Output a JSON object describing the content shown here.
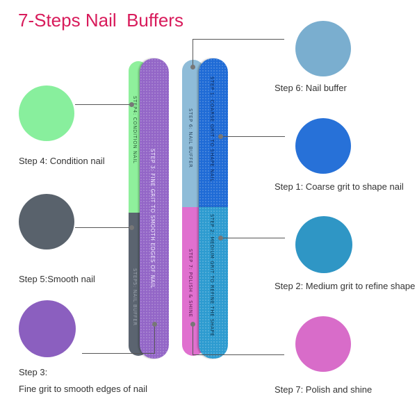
{
  "title": "7-Steps Nail  Buffers",
  "colors": {
    "condition_green": "#88ef9d",
    "smooth_gray": "#59626c",
    "fine_purple": "#8b5fbf",
    "buffer_lightblue": "#7aaecf",
    "coarse_blue": "#2771d8",
    "medium_teal": "#2f96c5",
    "polish_pink": "#d86cc9"
  },
  "left_steps": [
    {
      "caption": "Step 4: Condition nail"
    },
    {
      "caption": "Step 5:Smooth nail"
    },
    {
      "caption_line1": "Step 3:",
      "caption_line2": "Fine grit to smooth edges of nail"
    }
  ],
  "right_steps": [
    {
      "caption": "Step 6: Nail buffer"
    },
    {
      "caption": "Step 1: Coarse grit to shape nail"
    },
    {
      "caption": "Step 2: Medium grit to refine shape"
    },
    {
      "caption": "Step 7: Polish and shine"
    }
  ],
  "buffer_labels": {
    "step4": "STEP4: CONDITION NAIL",
    "step5": "STEP5: NAIL BUFFER",
    "step3": "STEP 3: FINE GRIT TO SMOOTH EDGES OF NAIL",
    "step6": "STEP 6: NAIL BUFFER",
    "step1": "STEP 1: COARSE GRIT TO SHAPE NAIL",
    "step7": "STEP 7: POLISH & SHINE",
    "step2": "STEP 2: MEDIUM GRIT TO REFINE THE SHAPE"
  }
}
